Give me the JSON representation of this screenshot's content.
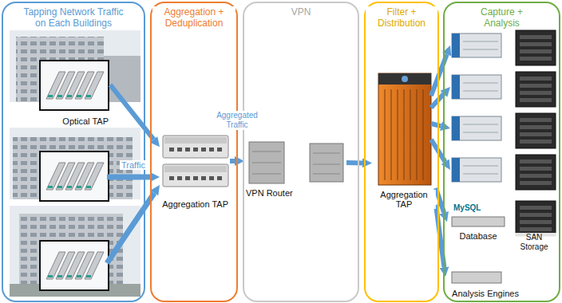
{
  "diagram": {
    "nodes": [
      {
        "text": [
          "Tapping Network Traffic on Each Buildings"
        ]
      },
      {
        "text": [
          "Aggregation + Deduplication"
        ]
      },
      {
        "text": [
          "VPN"
        ]
      },
      {
        "text": [
          "Filter + Distribution"
        ]
      },
      {
        "text": [
          "Capture + Analysis"
        ]
      },
      {
        "text": [
          "Optical TAP"
        ],
        "in": 0
      },
      {
        "text": [
          "Aggregation TAP"
        ],
        "in": 1
      },
      {
        "text": [
          "VPN Router"
        ],
        "in": 2
      },
      {
        "text": [
          "Aggregation TAP"
        ],
        "in": 3
      },
      {
        "text": [
          "Database"
        ],
        "in": 4
      },
      {
        "text": [
          "SAN Storage"
        ],
        "in": 4
      },
      {
        "text": [
          "Analysis Engines"
        ],
        "in": 4
      }
    ],
    "edges": [
      {
        "from": 5,
        "to": 6,
        "arrow": "to"
      },
      {
        "from": 6,
        "to": 7,
        "label": "Aggregated Traffic",
        "arrow": "to"
      },
      {
        "from": 7,
        "to": 8,
        "arrow": "to"
      },
      {
        "from": 8,
        "to": 9,
        "arrow": "to"
      },
      {
        "from": 8,
        "to": 11,
        "arrow": "to"
      }
    ],
    "labels": [
      "Traffic",
      "MySQL"
    ]
  }
}
